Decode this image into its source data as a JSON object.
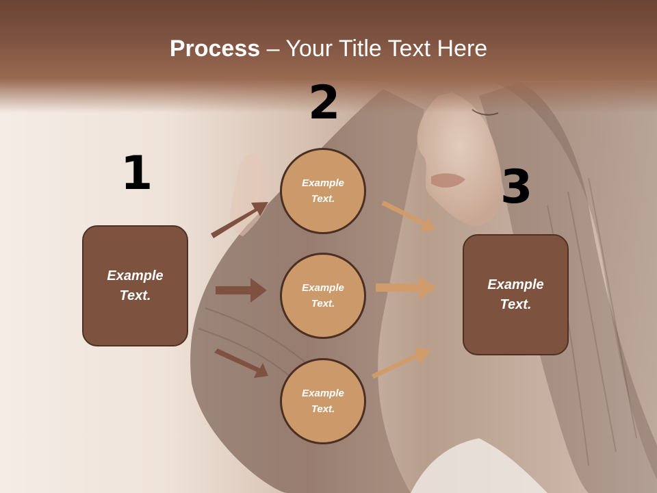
{
  "title": {
    "bold": "Process",
    "rest": " – Your Title Text Here"
  },
  "numbers": {
    "n1": "1",
    "n2": "2",
    "n3": "3"
  },
  "left_box": {
    "text": "Example Text."
  },
  "right_box": {
    "text": "Example Text."
  },
  "circles": [
    {
      "text": "Example Text."
    },
    {
      "text": "Example Text."
    },
    {
      "text": "Example Text."
    }
  ],
  "colors": {
    "box_fill": "#7d5340",
    "circle_fill": "#cc9a6a",
    "arrow_dark": "#7f5140",
    "arrow_light": "#d19c6c",
    "header": "#7e5341"
  }
}
